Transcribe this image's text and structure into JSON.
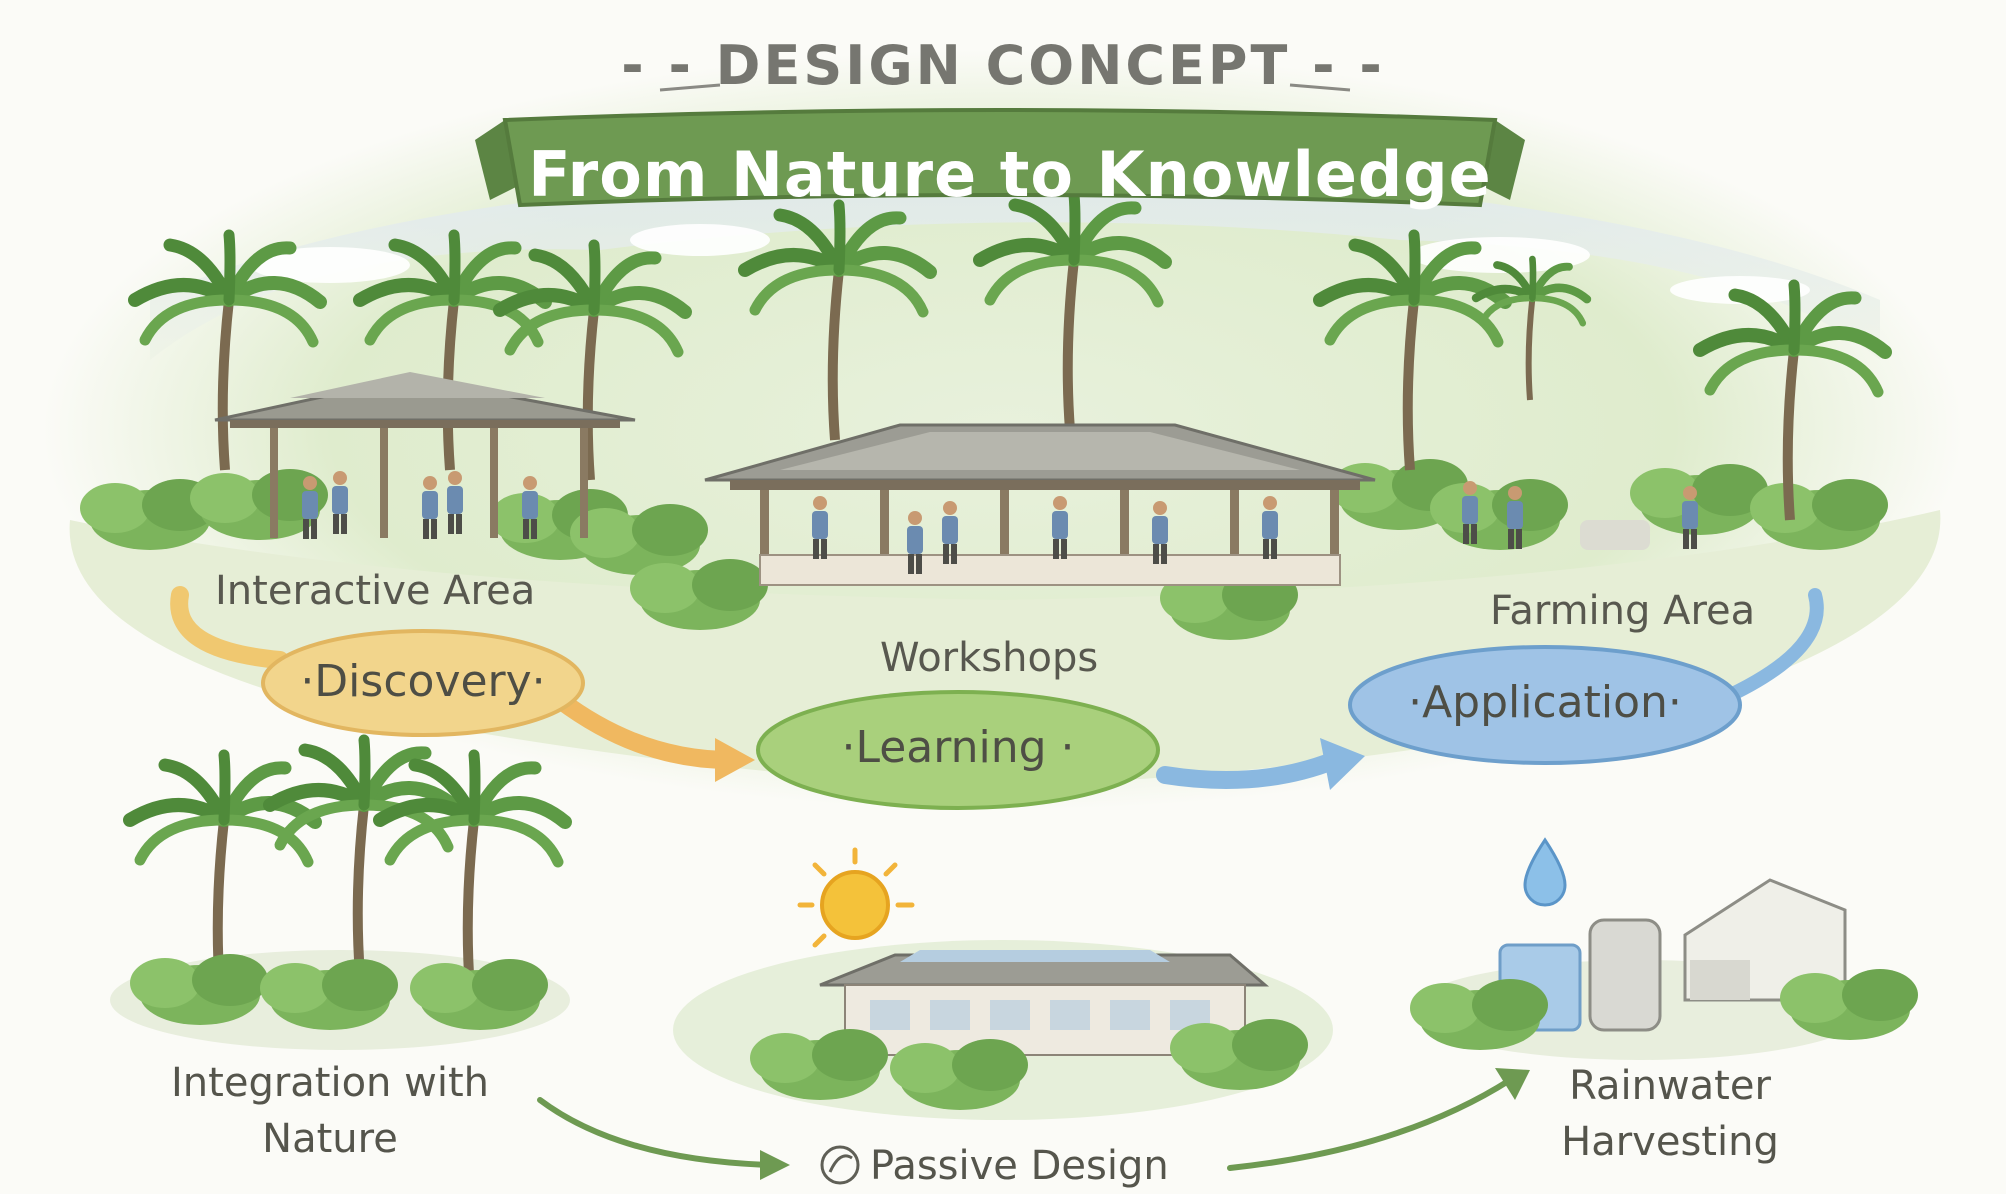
{
  "title": {
    "eyebrow": "- - DESIGN CONCEPT - -",
    "banner": "From Nature to Knowledge"
  },
  "zones": {
    "interactive": "Interactive Area",
    "workshops": "Workshops",
    "farming": "Farming Area"
  },
  "stages": {
    "discovery": "·Discovery·",
    "learning": "·Learning ·",
    "application": "·Application·"
  },
  "features": {
    "nature_line1": "Integration with",
    "nature_line2": "Nature",
    "passive": "Passive Design",
    "rain_line1": "Rainwater",
    "rain_line2": "Harvesting"
  },
  "colors": {
    "banner": "#6e9a52",
    "discovery": "#f2d58c",
    "learning": "#a9d07c",
    "application": "#9fc3e6",
    "foliage": "#6fa852",
    "roof": "#8a8a82"
  }
}
